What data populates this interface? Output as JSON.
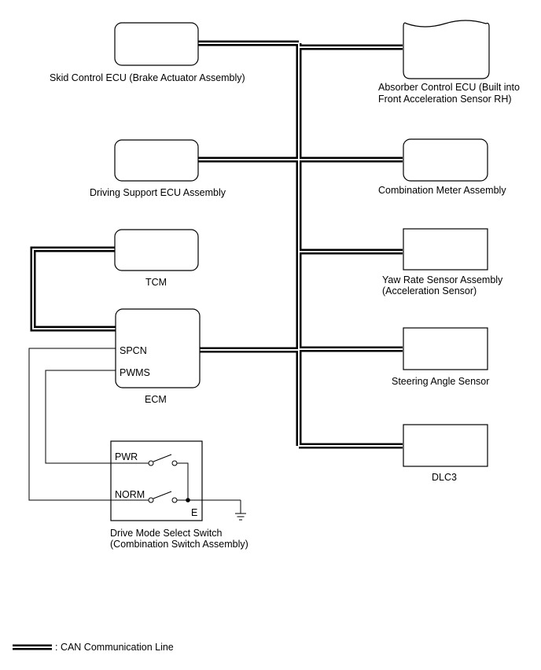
{
  "colors": {
    "line": "#000000",
    "background": "#ffffff"
  },
  "components": {
    "skid": "Skid Control ECU (Brake Actuator Assembly)",
    "absorber_line1": "Absorber Control ECU (Built into",
    "absorber_line2": "Front Acceleration Sensor RH)",
    "driving_support": "Driving Support ECU Assembly",
    "combination_meter": "Combination Meter Assembly",
    "tcm": "TCM",
    "yaw_line1": "Yaw Rate Sensor Assembly",
    "yaw_line2": "(Acceleration Sensor)",
    "ecm": "ECM",
    "steering": "Steering Angle Sensor",
    "dlc3": "DLC3",
    "switch_line1": "Drive Mode Select Switch",
    "switch_line2": "(Combination Switch Assembly)"
  },
  "terminals": {
    "spcn": "SPCN",
    "pwms": "PWMS",
    "pwr": "PWR",
    "norm": "NORM",
    "e": "E"
  },
  "legend": {
    "can_line": ": CAN Communication Line"
  }
}
